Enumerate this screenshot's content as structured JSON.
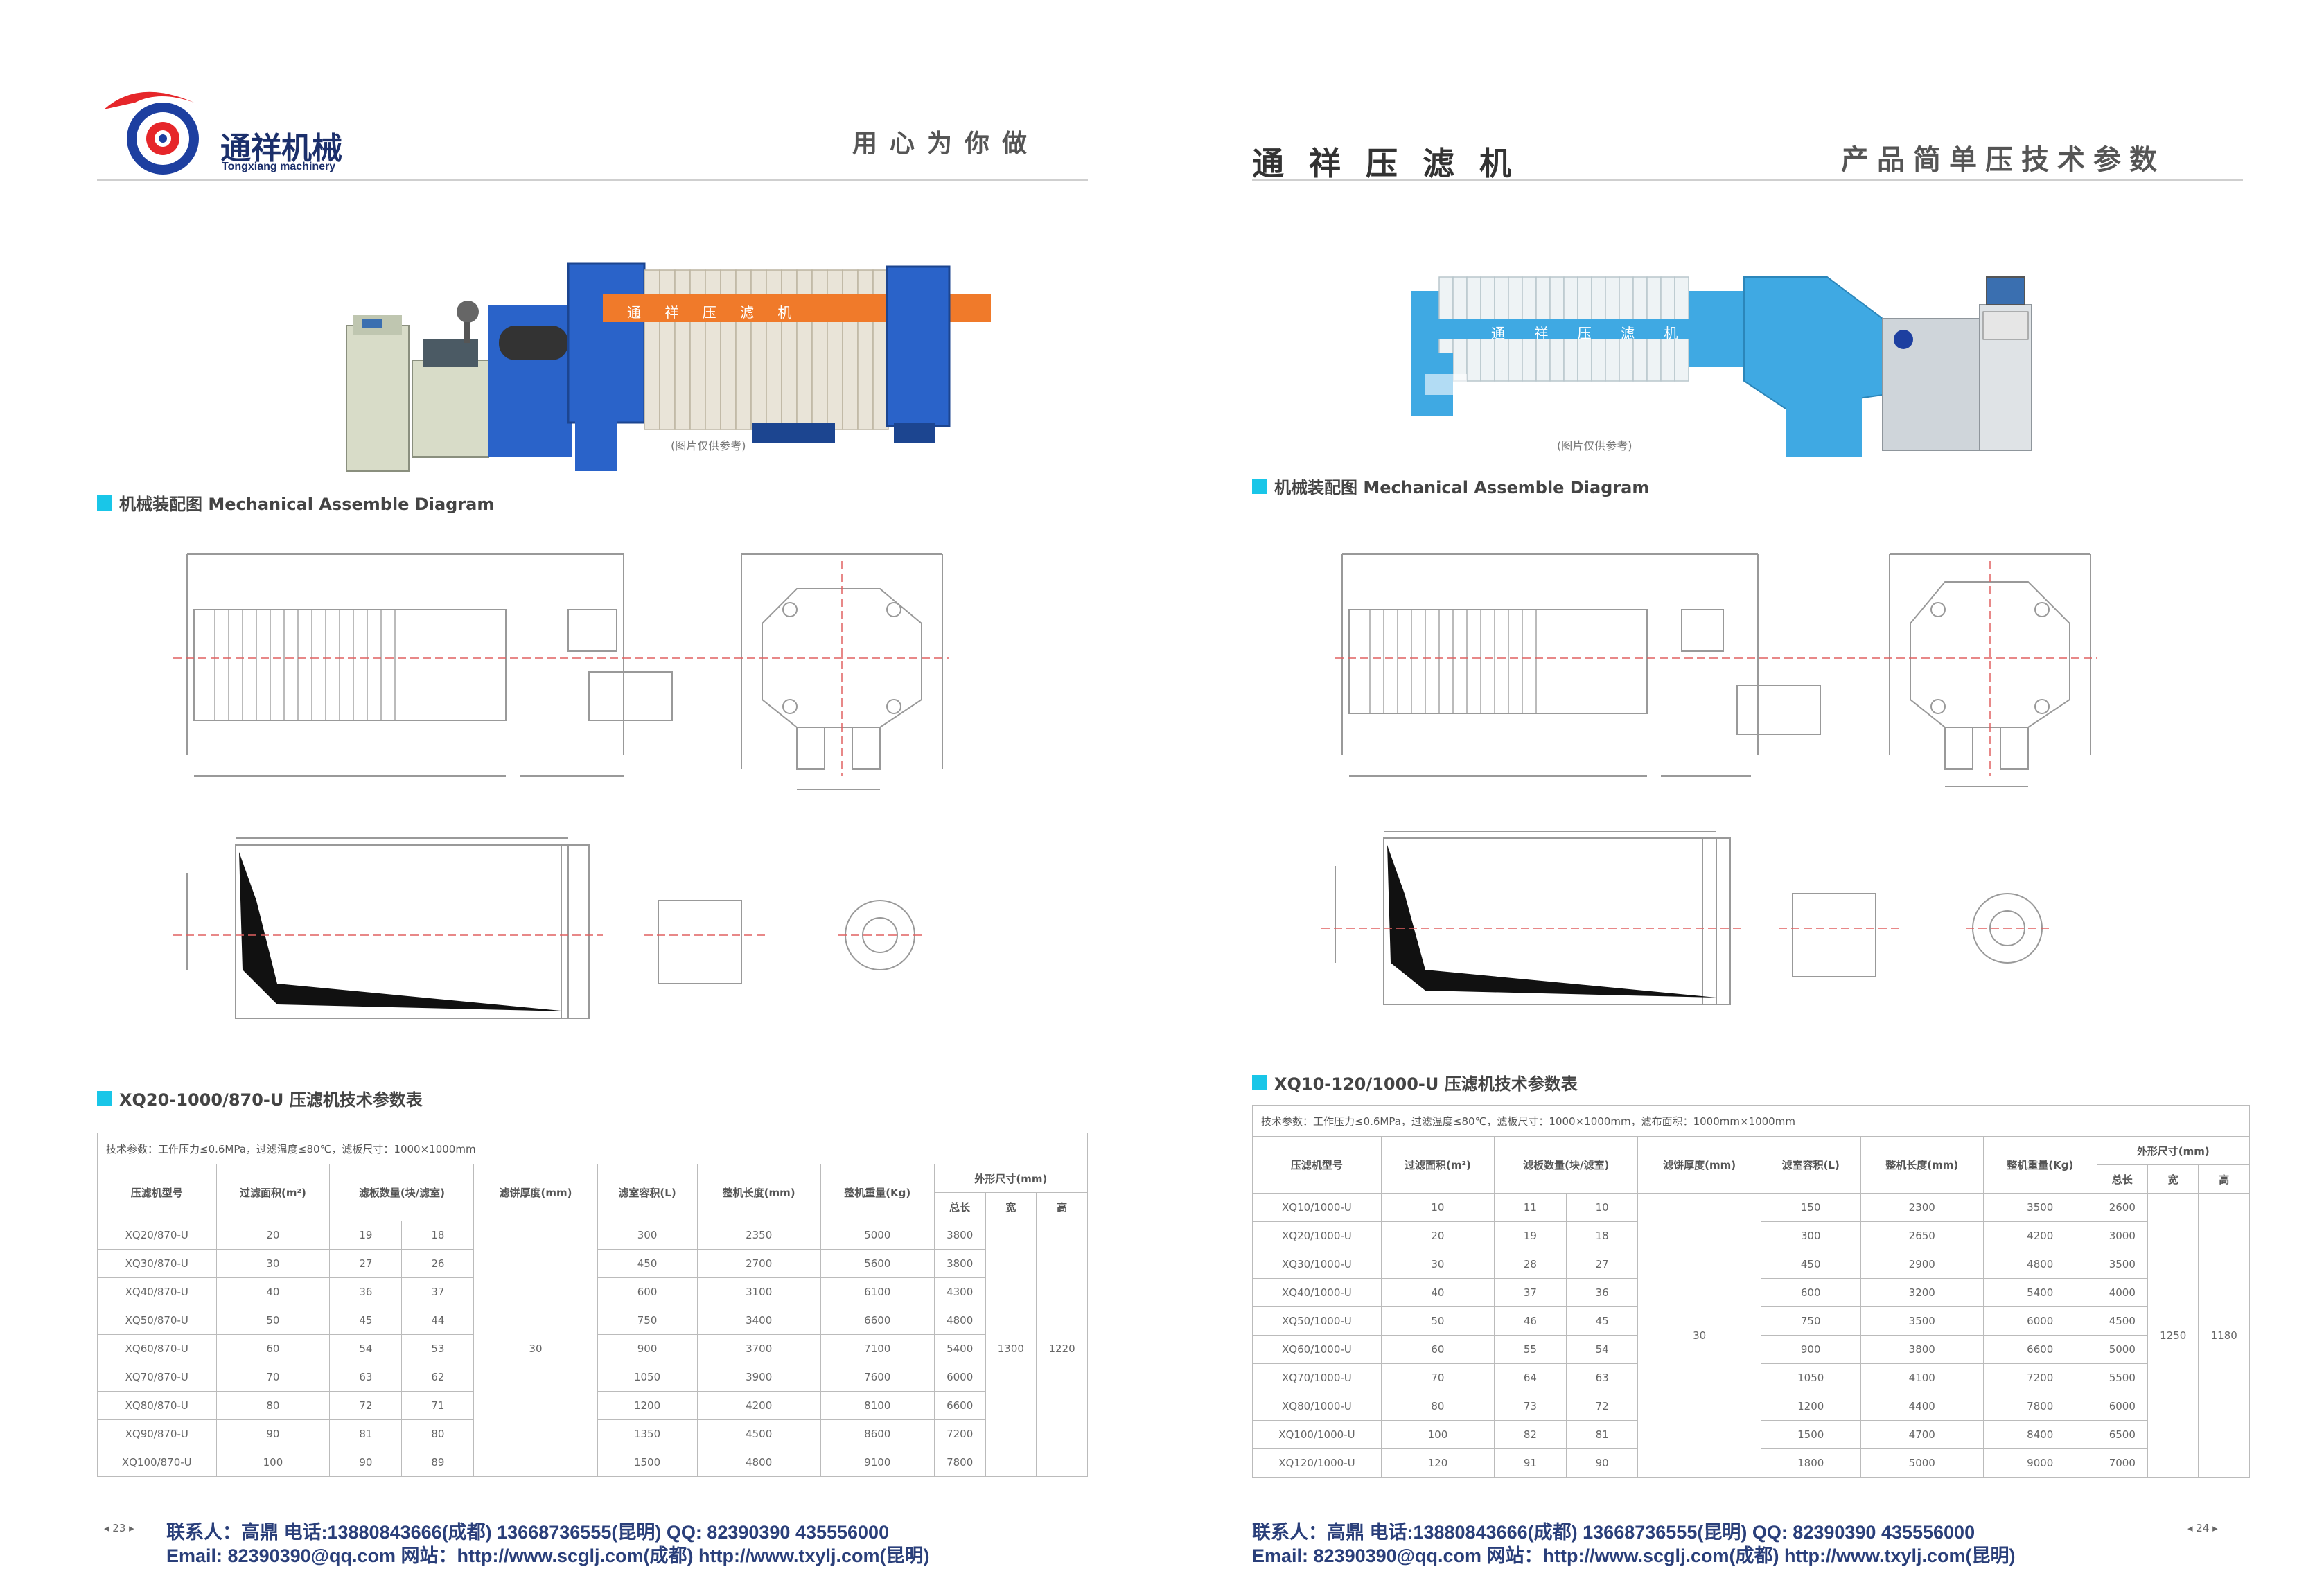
{
  "left": {
    "brand_cn": "通祥机械",
    "brand_en": "Tongxiang machinery",
    "slogan": "用心为你做",
    "machine_label": "通 祥 压 滤 机",
    "photo_caption": "(图片仅供参考)",
    "section_mech": "机械装配图 Mechanical Assemble Diagram",
    "section_table": "XQ20-1000/870-U 压滤机技术参数表",
    "table_note": "技术参数：工作压力≤0.6MPa，过滤温度≤80℃，滤板尺寸：1000×1000mm",
    "table": {
      "h_model": "压滤机型号",
      "h_area": "过滤面积(m²)",
      "h_count": "滤板数量(块/滤室)",
      "h_thick": "滤饼厚度(mm)",
      "h_vol": "滤室容积(L)",
      "h_len": "整机长度(mm)",
      "h_weight": "整机重量(Kg)",
      "h_dims": "外形尺寸(mm)",
      "h_total": "总长",
      "h_width": "宽",
      "h_height": "高",
      "rows": [
        [
          "XQ20/870-U",
          "20",
          "19",
          "18",
          "300",
          "2350",
          "5000",
          "3800"
        ],
        [
          "XQ30/870-U",
          "30",
          "27",
          "26",
          "450",
          "2700",
          "5600",
          "3800"
        ],
        [
          "XQ40/870-U",
          "40",
          "36",
          "37",
          "600",
          "3100",
          "6100",
          "4300"
        ],
        [
          "XQ50/870-U",
          "50",
          "45",
          "44",
          "750",
          "3400",
          "6600",
          "4800"
        ],
        [
          "XQ60/870-U",
          "60",
          "54",
          "53",
          "900",
          "3700",
          "7100",
          "5400"
        ],
        [
          "XQ70/870-U",
          "70",
          "63",
          "62",
          "1050",
          "3900",
          "7600",
          "6000"
        ],
        [
          "XQ80/870-U",
          "80",
          "72",
          "71",
          "1200",
          "4200",
          "8100",
          "6600"
        ],
        [
          "XQ90/870-U",
          "90",
          "81",
          "80",
          "1350",
          "4500",
          "8600",
          "7200"
        ],
        [
          "XQ100/870-U",
          "100",
          "90",
          "89",
          "1500",
          "4800",
          "9100",
          "7800"
        ]
      ],
      "thick_val": "30",
      "width_val": "1300",
      "height_val": "1220"
    },
    "page_no": "◂ 23 ▸"
  },
  "right": {
    "title": "通 祥 压 滤 机",
    "slogan": "产品简单压技术参数",
    "machine_label": "通 祥 压 滤 机",
    "photo_caption": "(图片仅供参考)",
    "section_mech": "机械装配图 Mechanical Assemble Diagram",
    "section_table": "XQ10-120/1000-U 压滤机技术参数表",
    "table_note": "技术参数：工作压力≤0.6MPa，过滤温度≤80℃，滤板尺寸：1000×1000mm，滤布面积：1000mm×1000mm",
    "table": {
      "h_model": "压滤机型号",
      "h_area": "过滤面积(m²)",
      "h_count": "滤板数量(块/滤室)",
      "h_thick": "滤饼厚度(mm)",
      "h_vol": "滤室容积(L)",
      "h_len": "整机长度(mm)",
      "h_weight": "整机重量(Kg)",
      "h_dims": "外形尺寸(mm)",
      "h_total": "总长",
      "h_width": "宽",
      "h_height": "高",
      "rows": [
        [
          "XQ10/1000-U",
          "10",
          "11",
          "10",
          "150",
          "2300",
          "3500",
          "2600"
        ],
        [
          "XQ20/1000-U",
          "20",
          "19",
          "18",
          "300",
          "2650",
          "4200",
          "3000"
        ],
        [
          "XQ30/1000-U",
          "30",
          "28",
          "27",
          "450",
          "2900",
          "4800",
          "3500"
        ],
        [
          "XQ40/1000-U",
          "40",
          "37",
          "36",
          "600",
          "3200",
          "5400",
          "4000"
        ],
        [
          "XQ50/1000-U",
          "50",
          "46",
          "45",
          "750",
          "3500",
          "6000",
          "4500"
        ],
        [
          "XQ60/1000-U",
          "60",
          "55",
          "54",
          "900",
          "3800",
          "6600",
          "5000"
        ],
        [
          "XQ70/1000-U",
          "70",
          "64",
          "63",
          "1050",
          "4100",
          "7200",
          "5500"
        ],
        [
          "XQ80/1000-U",
          "80",
          "73",
          "72",
          "1200",
          "4400",
          "7800",
          "6000"
        ],
        [
          "XQ100/1000-U",
          "100",
          "82",
          "81",
          "1500",
          "4700",
          "8400",
          "6500"
        ],
        [
          "XQ120/1000-U",
          "120",
          "91",
          "90",
          "1800",
          "5000",
          "9000",
          "7000"
        ]
      ],
      "thick_val": "30",
      "width_val": "1250",
      "height_val": "1180"
    },
    "page_no": "◂ 24 ▸"
  },
  "contact": {
    "line1": "联系人：高鼎   电话:13880843666(成都)      13668736555(昆明)   QQ:  82390390     435556000",
    "line2": "Email:  82390390@qq.com    网站：http://www.scglj.com(成都)      http://www.txylj.com(昆明)"
  },
  "colors": {
    "brand_red": "#e6262a",
    "brand_blue": "#1d3fa0",
    "accent_cyan": "#19c6e8",
    "machine_left_blue": "#2a63c9",
    "machine_left_orange": "#f07a2a",
    "machine_right_blue": "#3fa9e3"
  }
}
